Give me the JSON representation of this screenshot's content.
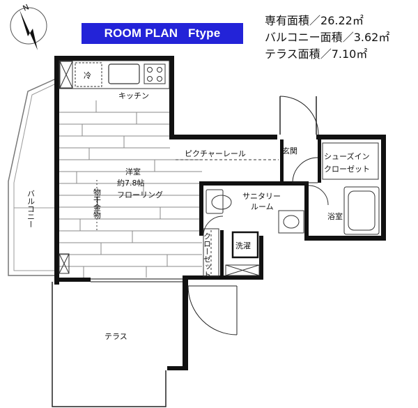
{
  "banner": {
    "title": "ROOM PLAN   Ftype"
  },
  "areas": [
    {
      "label": "専有面積",
      "value": "26.22㎡"
    },
    {
      "label": "バルコニー面積",
      "value": "3.62㎡"
    },
    {
      "label": "テラス面積",
      "value": "7.10㎡"
    }
  ],
  "compass": {
    "north": "N"
  },
  "rooms": {
    "kitchen": "キッチン",
    "fridge": "冷",
    "picture_rail": "ピクチャーレール",
    "western_room": "洋室",
    "western_room_size": "約7.8帖",
    "western_room_floor": "フローリング",
    "laundry_pole": "物干金物",
    "entrance": "玄関",
    "shoe_closet_1": "シューズイン",
    "shoe_closet_2": "クローゼット",
    "sanitary_1": "サニタリー",
    "sanitary_2": "ルーム",
    "bath": "浴室",
    "washer": "洗濯",
    "closet": "クローゼット",
    "balcony": "バルコニー",
    "terrace": "テラス"
  }
}
